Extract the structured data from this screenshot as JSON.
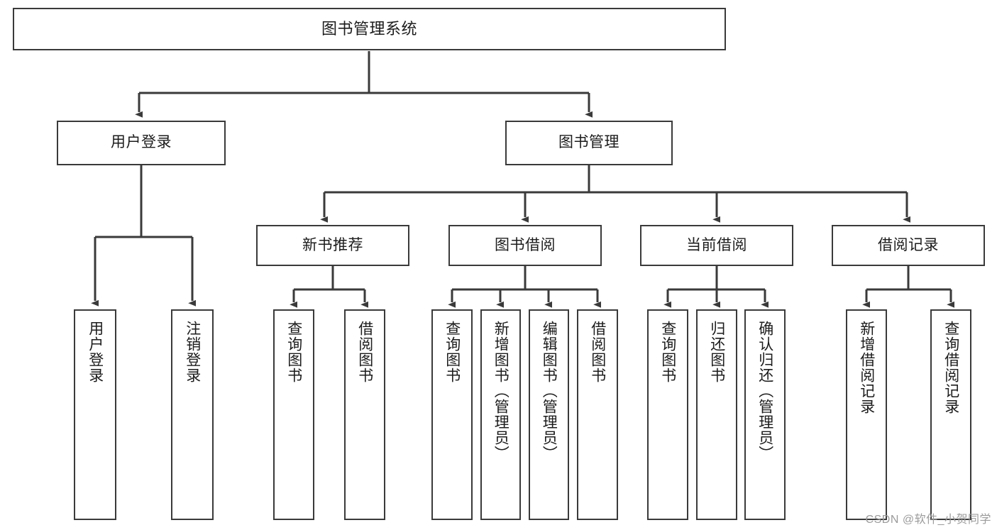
{
  "diagram": {
    "title": "图书管理系统",
    "style": {
      "background": "#ffffff",
      "box_border": "#3a3a3a",
      "box_fill": "#ffffff",
      "text": "#1c1c1c",
      "connector": "#3a3a3a",
      "watermark": "#9b9b9b"
    },
    "nodes": {
      "root": {
        "label": "图书管理系统",
        "orientation": "horizontal",
        "level": 0
      },
      "user_login": {
        "label": "用户登录",
        "orientation": "horizontal",
        "level": 1
      },
      "book_manage": {
        "label": "图书管理",
        "orientation": "horizontal",
        "level": 1
      },
      "new_book_rec": {
        "label": "新书推荐",
        "orientation": "horizontal",
        "level": 2
      },
      "book_borrow": {
        "label": "图书借阅",
        "orientation": "horizontal",
        "level": 2
      },
      "current_borrow": {
        "label": "当前借阅",
        "orientation": "horizontal",
        "level": 2
      },
      "borrow_record": {
        "label": "借阅记录",
        "orientation": "horizontal",
        "level": 2
      },
      "leaf_user_login": {
        "label": "用户登录",
        "orientation": "vertical",
        "level": 3
      },
      "leaf_logout": {
        "label": "注销登录",
        "orientation": "vertical",
        "level": 3
      },
      "leaf_query_book_a": {
        "label": "查询图书",
        "orientation": "vertical",
        "level": 3
      },
      "leaf_borrow_book_a": {
        "label": "借阅图书",
        "orientation": "vertical",
        "level": 3
      },
      "leaf_query_book_b": {
        "label": "查询图书",
        "orientation": "vertical",
        "level": 3
      },
      "leaf_add_book": {
        "label": "新增图书（管理员）",
        "orientation": "vertical",
        "level": 3
      },
      "leaf_edit_book": {
        "label": "编辑图书（管理员）",
        "orientation": "vertical",
        "level": 3
      },
      "leaf_borrow_book_b": {
        "label": "借阅图书",
        "orientation": "vertical",
        "level": 3
      },
      "leaf_query_book_c": {
        "label": "查询图书",
        "orientation": "vertical",
        "level": 3
      },
      "leaf_return_book": {
        "label": "归还图书",
        "orientation": "vertical",
        "level": 3
      },
      "leaf_confirm_return": {
        "label": "确认归还（管理员）",
        "orientation": "vertical",
        "level": 3
      },
      "leaf_add_record": {
        "label": "新增借阅记录",
        "orientation": "vertical",
        "level": 3
      },
      "leaf_query_record": {
        "label": "查询借阅记录",
        "orientation": "vertical",
        "level": 3
      }
    },
    "hierarchy": [
      {
        "parent": "root",
        "children": [
          "user_login",
          "book_manage"
        ]
      },
      {
        "parent": "user_login",
        "children": [
          "leaf_user_login",
          "leaf_logout"
        ]
      },
      {
        "parent": "book_manage",
        "children": [
          "new_book_rec",
          "book_borrow",
          "current_borrow",
          "borrow_record"
        ]
      },
      {
        "parent": "new_book_rec",
        "children": [
          "leaf_query_book_a",
          "leaf_borrow_book_a"
        ]
      },
      {
        "parent": "book_borrow",
        "children": [
          "leaf_query_book_b",
          "leaf_add_book",
          "leaf_edit_book",
          "leaf_borrow_book_b"
        ]
      },
      {
        "parent": "current_borrow",
        "children": [
          "leaf_query_book_c",
          "leaf_return_book",
          "leaf_confirm_return"
        ]
      },
      {
        "parent": "borrow_record",
        "children": [
          "leaf_add_record",
          "leaf_query_record"
        ]
      }
    ]
  },
  "watermark": {
    "text": "CSDN @软件_小贺同学"
  }
}
